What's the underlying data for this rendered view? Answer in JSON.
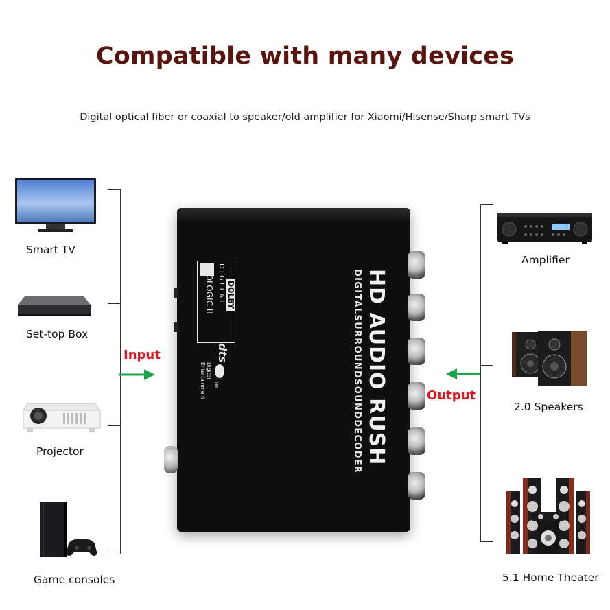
{
  "title": "Compatible with many devices",
  "subtitle": "Digital optical fiber or coaxial to speaker/old amplifier for Xiaomi/Hisense/Sharp smart TVs",
  "inputs": {
    "label": "Input",
    "devices": [
      {
        "name": "Smart TV",
        "icon": "smart-tv-icon"
      },
      {
        "name": "Set-top Box",
        "icon": "set-top-box-icon"
      },
      {
        "name": "Projector",
        "icon": "projector-icon"
      },
      {
        "name": "Game consoles",
        "icon": "game-console-icon"
      }
    ]
  },
  "outputs": {
    "label": "Output",
    "devices": [
      {
        "name": "Amplifier",
        "icon": "amplifier-icon"
      },
      {
        "name": "2.0 Speakers",
        "icon": "stereo-speakers-icon"
      },
      {
        "name": "5.1 Home Theater",
        "icon": "home-theater-icon"
      }
    ]
  },
  "product": {
    "brand_title": "HD AUDIO RUSH",
    "tagline": "DIGITALSURROUNDSOUNDDECODER",
    "dolby_mark": "DOLBY",
    "dolby_line1": "D I G I T A L",
    "dolby_line2": "PROLOGIC II",
    "dts_mark": "dts",
    "dts_sub1": "Digital",
    "dts_sub2": "Entertainment",
    "dts_tm": "TM"
  },
  "colors": {
    "title": "#5a1410",
    "arrow": "#1aa34a",
    "arrow_label": "#e0161c",
    "device_body": "#0f0f10"
  }
}
